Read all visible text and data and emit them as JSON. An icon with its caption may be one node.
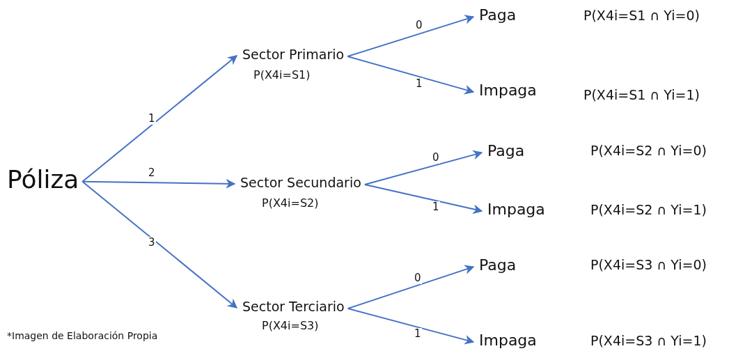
{
  "diagram": {
    "caption": "*Imagen de Elaboración Propia",
    "nodes": [
      {
        "text": [
          "Póliza"
        ]
      },
      {
        "text": [
          "Sector Primario"
        ],
        "beside": [
          "P(X4i=S1)"
        ]
      },
      {
        "text": [
          "Sector Secundario"
        ],
        "beside": [
          "P(X4i=S2)"
        ]
      },
      {
        "text": [
          "Sector Terciario"
        ],
        "beside": [
          "P(X4i=S3)"
        ]
      },
      {
        "text": [
          "Paga"
        ]
      },
      {
        "text": [
          "Impaga"
        ]
      },
      {
        "text": [
          "Paga"
        ]
      },
      {
        "text": [
          "Impaga"
        ]
      },
      {
        "text": [
          "Paga"
        ]
      },
      {
        "text": [
          "Impaga"
        ]
      }
    ],
    "edges": [
      {
        "from": 0,
        "to": 1,
        "arrow": "to",
        "label": "1"
      },
      {
        "from": 0,
        "to": 2,
        "arrow": "to",
        "label": "2"
      },
      {
        "from": 0,
        "to": 3,
        "arrow": "to",
        "label": "3"
      },
      {
        "from": 1,
        "to": 4,
        "arrow": "to",
        "label": "0"
      },
      {
        "from": 1,
        "to": 5,
        "arrow": "to",
        "label": "1"
      },
      {
        "from": 2,
        "to": 6,
        "arrow": "to",
        "label": "0"
      },
      {
        "from": 2,
        "to": 7,
        "arrow": "to",
        "label": "1"
      },
      {
        "from": 3,
        "to": 8,
        "arrow": "to",
        "label": "0"
      },
      {
        "from": 3,
        "to": 9,
        "arrow": "to",
        "label": "1"
      }
    ],
    "labels": [
      "P(X4i=S1 ∩ Yi=0)",
      "P(X4i=S1 ∩ Yi=1)",
      "P(X4i=S2 ∩ Yi=0)",
      "P(X4i=S2 ∩ Yi=1)",
      "P(X4i=S3 ∩ Yi=0)",
      "P(X4i=S3 ∩ Yi=1)"
    ]
  }
}
